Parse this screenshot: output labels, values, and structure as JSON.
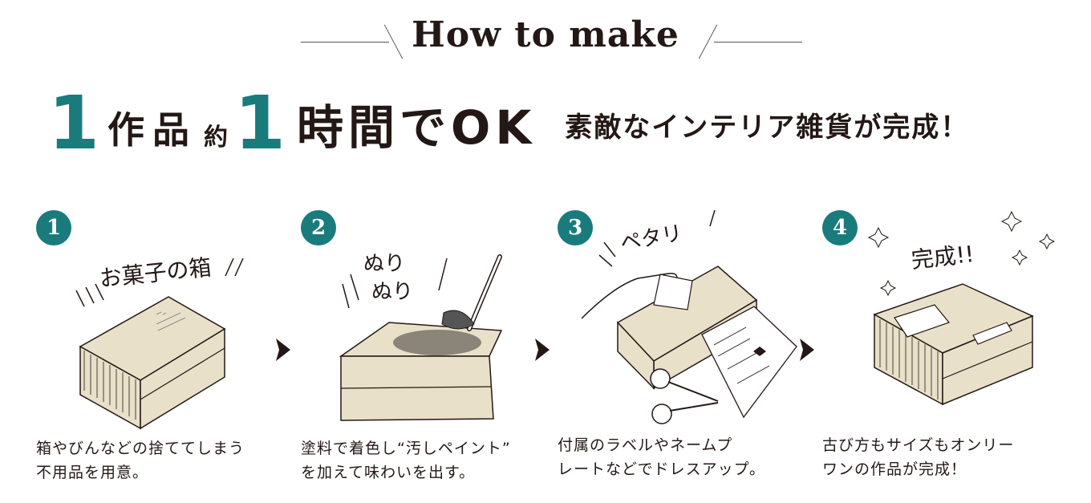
{
  "header": {
    "title": "How to make",
    "headline": {
      "one_a": "1",
      "work": "作品",
      "approx": "約",
      "one_b": "1",
      "time_ok": "時間でOK",
      "tagline": "素敵なインテリア雑貨が完成！"
    }
  },
  "steps": [
    {
      "number": "1",
      "art_text": "お菓子の箱",
      "caption_1": "箱やびんなどの捨ててしまう",
      "caption_2": "不用品を用意。"
    },
    {
      "number": "2",
      "art_text_1": "ぬり",
      "art_text_2": "ぬり",
      "caption_1": "塗料で着色し“汚しペイント”",
      "caption_2": "を加えて味わいを出す。"
    },
    {
      "number": "3",
      "art_text": "ペタリ",
      "caption_1": "付属のラベルやネームプ",
      "caption_2": "レートなどでドレスアップ。"
    },
    {
      "number": "4",
      "art_text": "完成!!",
      "caption_1": "古び方もサイズもオンリー",
      "caption_2": "ワンの作品が完成！"
    }
  ],
  "colors": {
    "accent": "#1a7b7d",
    "box": "#e8e0c9",
    "ink": "#231815"
  }
}
